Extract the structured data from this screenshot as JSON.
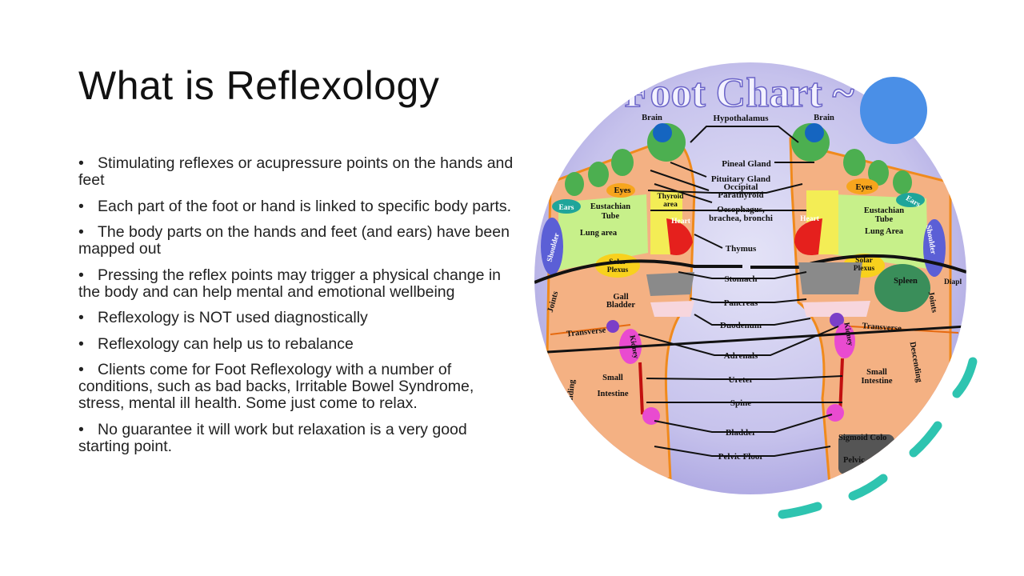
{
  "slide": {
    "title": "What is Reflexology",
    "bullets": [
      "Stimulating reflexes or acupressure points on the hands and feet",
      "Each part of the foot or hand is linked to specific body parts.",
      "The body parts on the hands and feet (and ears) have been mapped out",
      "Pressing the reflex points may trigger a physical change in the body and can help mental and emotional wellbeing",
      "Reflexology is NOT used diagnostically",
      "Reflexology can help us to rebalance",
      "Clients come for Foot Reflexology with a number of conditions, such as bad backs, Irritable Bowel Syndrome, stress, mental ill health. Some just come to relax.",
      "No guarantee it will work but relaxation is a very good starting point."
    ],
    "bullet_glyph": "•"
  },
  "chart_image": {
    "banner": "y Foot Chart ~ R",
    "center_labels": {
      "hypothalamus": "Hypothalamus",
      "pineal": "Pineal Gland",
      "pituitary": "Pituitary Gland",
      "occipital": "Occipital",
      "parathyroid": "Parathyroid",
      "oesophagus_1": "Oesophagus,",
      "oesophagus_2": "brachea, bronchi",
      "thymus": "Thymus",
      "stomach": "Stomach",
      "pancreas": "Pancreas",
      "duodenum": "Duodenum",
      "adrenals": "Adrenals",
      "ureter": "Ureter",
      "spine": "Spine",
      "bladder": "Bladder",
      "pelvic_floor": "Pelvic Floor"
    },
    "left_foot": {
      "brain": "Brain",
      "ears": "Ears",
      "eyes": "Eyes",
      "eustachian_1": "Eustachian",
      "eustachian_2": "Tube",
      "thyroid_1": "Thyroid",
      "thyroid_2": "area",
      "heart": "Heart",
      "lung": "Lung area",
      "shoulder": "Shoulder",
      "solar_1": "Solar",
      "solar_2": "Plexus",
      "gall_1": "Gall",
      "gall_2": "Bladder",
      "joints": "Joints",
      "transverse": "Transverse",
      "kidney": "Kidney",
      "small_1": "Small",
      "small_2": "Intestine",
      "ascending": "Ascending"
    },
    "right_foot": {
      "brain": "Brain",
      "eyes": "Eyes",
      "ears": "Ears",
      "heart": "Heart",
      "eustachian_1": "Eustachian",
      "eustachian_2": "Tube",
      "lung": "Lung Area",
      "shoulder": "Shoulder",
      "solar_1": "Solar",
      "solar_2": "Plexus",
      "spleen": "Spleen",
      "diaphragm": "Diapl",
      "joints": "Joints",
      "transverse": "Transverse",
      "kidney": "Kidney",
      "descending": "Descending",
      "small_1": "Small",
      "small_2": "Intestine",
      "sigmoid": "Sigmoid Colo",
      "pelvic": "Pelvic"
    }
  },
  "colors": {
    "accent_blue": "#4a8fe7",
    "accent_teal": "#2ec4b0",
    "chart_background": "#c9c6ee",
    "foot_skin": "#f4b183",
    "lung_green": "#c7f08a",
    "heart_red": "#e5201d"
  }
}
